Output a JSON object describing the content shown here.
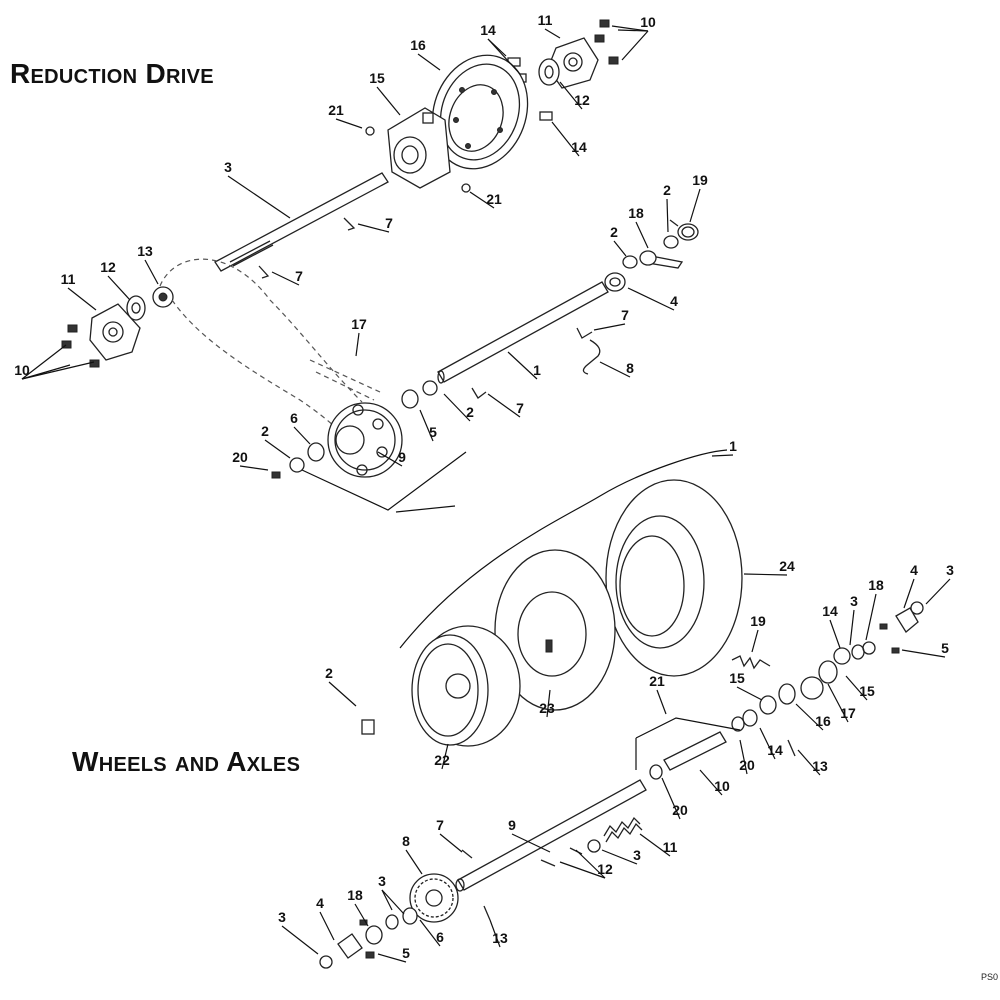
{
  "sections": {
    "reduction_drive_title": "Reduction Drive",
    "wheels_axles_title": "Wheels and Axles"
  },
  "drawing_code": "PS0",
  "reduction_drive": {
    "callouts": [
      "11",
      "10",
      "14",
      "16",
      "12",
      "15",
      "21",
      "14",
      "21",
      "3",
      "7",
      "2",
      "19",
      "18",
      "2",
      "7",
      "13",
      "11",
      "12",
      "4",
      "17",
      "7",
      "10",
      "1",
      "8",
      "2",
      "7",
      "5",
      "2",
      "6",
      "9",
      "20"
    ]
  },
  "wheels_axles": {
    "callouts": [
      "1",
      "24",
      "4",
      "3",
      "18",
      "3",
      "14",
      "5",
      "19",
      "15",
      "17",
      "15",
      "16",
      "21",
      "14",
      "20",
      "13",
      "2",
      "23",
      "22",
      "10",
      "20",
      "9",
      "7",
      "11",
      "8",
      "3",
      "12",
      "3",
      "18",
      "4",
      "6",
      "3",
      "5",
      "13"
    ]
  }
}
